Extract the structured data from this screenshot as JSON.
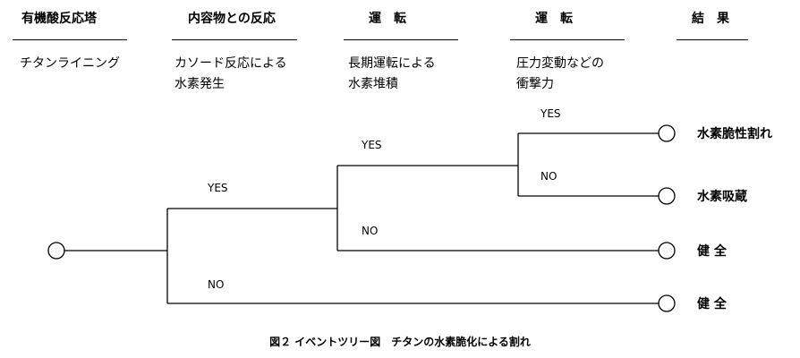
{
  "columns": [
    {
      "title": "有機酸反応塔",
      "desc": "チタンライニング"
    },
    {
      "title": "内容物との反応",
      "desc": "カソード反応による\n水素発生"
    },
    {
      "title": "運　転",
      "desc": "長期運転による\n水素堆積"
    },
    {
      "title": "運　転",
      "desc": "圧力変動などの\n衝撃力"
    },
    {
      "title": "結　果",
      "desc": ""
    }
  ],
  "tree": {
    "branch_labels": [
      "YES",
      "NO",
      "YES",
      "NO",
      "YES",
      "NO"
    ],
    "outcomes": [
      "水素脆性割れ",
      "水素吸蔵",
      "健 全",
      "健 全"
    ]
  },
  "caption": "図２ イベントツリー図　チタンの水素脆化による割れ"
}
